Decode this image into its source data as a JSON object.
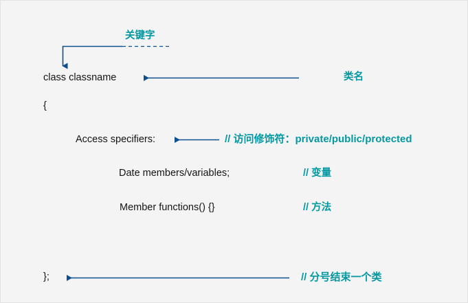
{
  "diagram": {
    "title": "C++ class declaration annotated diagram",
    "background_color": "#f4f4f4",
    "code_color": "#141414",
    "annotation_color": "#0498a2",
    "connector_color": "#0b4f8f",
    "code_lines": [
      {
        "id": "class-declaration",
        "text": "class classname"
      },
      {
        "id": "open-brace",
        "text": "{"
      },
      {
        "id": "access-specifiers",
        "text": "Access specifiers:"
      },
      {
        "id": "data-members",
        "text": "Date members/variables;"
      },
      {
        "id": "member-functions",
        "text": "Member functions() {}"
      },
      {
        "id": "close-brace",
        "text": "};"
      }
    ],
    "annotations": [
      {
        "id": "keyword",
        "text": "关键字",
        "connector": "dashed-elbow-arrow-down"
      },
      {
        "id": "classname",
        "text": "类名",
        "connector": "arrow-left"
      },
      {
        "id": "access",
        "text": "// 访问修饰符：private/public/protected",
        "connector": "arrow-left"
      },
      {
        "id": "variable",
        "text": "// 变量",
        "connector": "none"
      },
      {
        "id": "method",
        "text": "// 方法",
        "connector": "none"
      },
      {
        "id": "semicolon",
        "text": "// 分号结束一个类",
        "connector": "arrow-left"
      }
    ]
  }
}
